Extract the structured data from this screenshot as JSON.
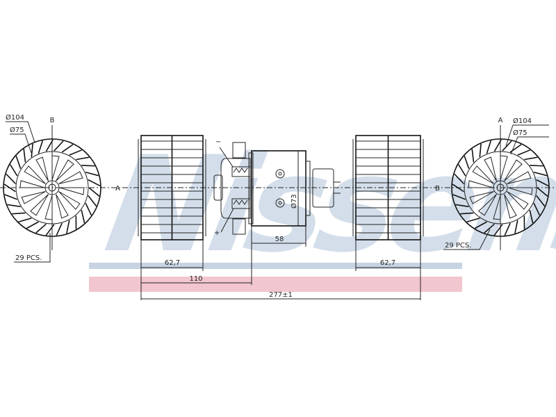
{
  "watermark": {
    "text": "Nissens",
    "color": "#c9d6e6",
    "bar_blue": "#c7d3e3",
    "bar_pink": "#f2c6cf"
  },
  "left_fan": {
    "outer_dia": "Ø104",
    "inner_dia": "Ø75",
    "axis_top": "B",
    "axis_right": "A",
    "blade_count": "29 PCS."
  },
  "right_fan": {
    "outer_dia": "Ø104",
    "inner_dia": "Ø75",
    "axis_top": "A",
    "axis_left": "B",
    "blade_count": "29 PCS."
  },
  "motor": {
    "minus": "−",
    "plus": "+",
    "diameter": "Ø73"
  },
  "dimensions": {
    "left_wheel": "62,7",
    "right_wheel": "62,7",
    "to_motor": "110",
    "motor_len": "58",
    "overall": "277±1"
  }
}
